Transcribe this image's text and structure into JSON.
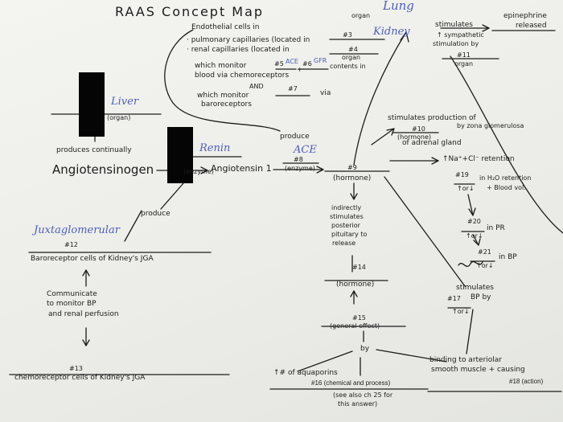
{
  "title": "RAAS Concept Map",
  "colors": {
    "ink": "#1c1c1c",
    "blue_ink": "#4d5fb8",
    "redaction": "#050505",
    "paper": "#f1f1ee"
  },
  "top_center": {
    "line1": "Endothelial cells in",
    "line2": "· pulmonary capillaries (located in",
    "line3": "· renal capillaries (located in",
    "line4": "which monitor",
    "label5": "#5",
    "ace": "ACE",
    "plus": "+",
    "label6": "#6",
    "gfr": "GFR",
    "contents": "contents in",
    "line5": "blood via chemoreceptors",
    "and": "AND",
    "line6": "which monitor",
    "label7": "#7",
    "via": "via",
    "line7": "baroreceptors"
  },
  "organ_top": {
    "organ": "organ",
    "label3": "#3",
    "label4": "#4",
    "organ2": "organ",
    "lung": "Lung",
    "kidney": "Kidney"
  },
  "top_right": {
    "stimulates": "stimulates",
    "line2": "↑ sympathetic",
    "line3": "stimulation by",
    "epinephrine": "epinephrine",
    "released": "released",
    "label11": "#11",
    "organ": "organ"
  },
  "liver": {
    "answer": "Liver",
    "sub": "(organ)"
  },
  "renin": {
    "answer": "Renin",
    "sub": "(enzyme)"
  },
  "produces": "produces continually",
  "angiotensinogen": "Angiotensinogen",
  "angiotensin1": "Angiotensin 1",
  "produce_ace": "produce",
  "ace_answer": "ACE",
  "label8": "#8",
  "enzyme8": "(enzyme)",
  "label9": "#9",
  "hormone9": "(hormone)",
  "aldosterone": {
    "line1": "stimulates production of",
    "label10": "#10",
    "line2": "by zona glomerulosa",
    "hormone": "(hormone)",
    "line3": "of adrenal gland"
  },
  "na_retention": "↑Na⁺+Cl⁻ retention",
  "label19": "#19",
  "arrow19": "↑or↓",
  "line19a": "in H₂O retention",
  "line19b": "+ Blood vol.",
  "label20": "#20",
  "arrow20": "↑or↓",
  "line20": "in PR",
  "label21": "#21",
  "arrow21": "↑or↓",
  "line21": "in BP",
  "juxta": {
    "produce": "produce",
    "answer": "Juxtaglomerular",
    "label12": "#12",
    "line": "Baroreceptor cells of Kidney's JGA"
  },
  "communicate": {
    "line1": "Communicate",
    "line2": "to monitor BP",
    "line3": "and renal perfusion"
  },
  "chemo": {
    "label13": "#13",
    "line": "chemoreceptor cells of Kidney's JGA"
  },
  "indirect": {
    "line1": "indirectly",
    "line2": "stimulates",
    "line3": "posterior",
    "line4": "pituitary to",
    "line5": "release"
  },
  "label14": "#14",
  "hormone14": "(hormone)",
  "label15": "#15",
  "general15": "(general effect)",
  "by": "by",
  "aquaporins": "↑# of aquaporins",
  "label16": "#16 (chemical and process)",
  "see_also": "(see also ch 25 for",
  "this_answer": "this answer)",
  "stimulates17": "stimulates",
  "label17": "#17",
  "bp_by": "BP by",
  "arrow17": "↑or↓",
  "binding1": "binding to arteriolar",
  "binding2": "smooth muscle + causing",
  "label18": "#18 (action)"
}
